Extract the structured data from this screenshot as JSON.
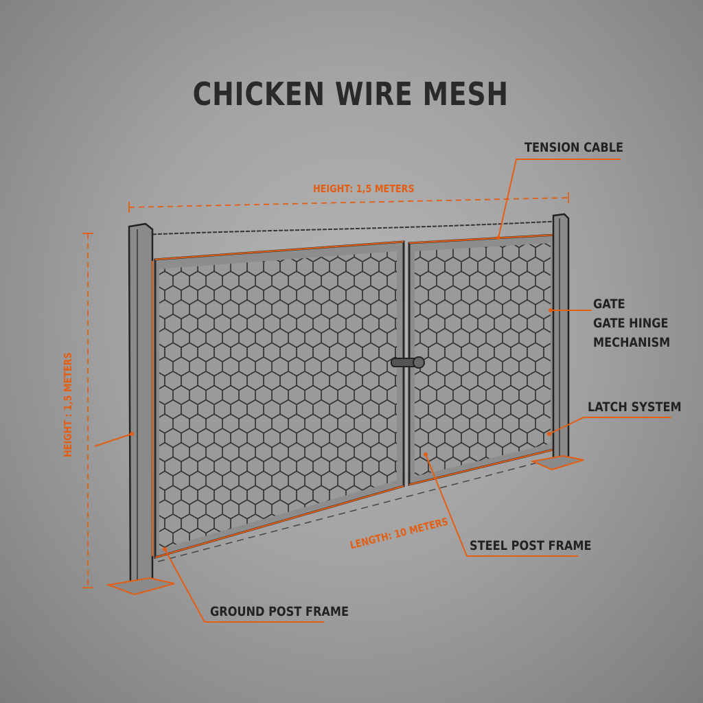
{
  "title": "CHICKEN WIRE MESH",
  "callouts": {
    "tension_cable": "TENSION CABLE",
    "gate_1": "GATE",
    "gate_2": "GATE HINGE",
    "gate_3": "MECHANISM",
    "latch_system": "LATCH SYSTEM",
    "steel_post_frame": "STEEL POST FRAME",
    "ground_post_frame": "GROUND POST FRAME"
  },
  "dimensions": {
    "top": "HEIGHT: 1,5 METERS",
    "side": "HEIGHT : 1,5 METERS",
    "length": "LENGTH: 10 METERS"
  },
  "colors": {
    "accent": "#e35e12",
    "ink": "#2a2a2a",
    "background": "#a8a8a8"
  }
}
